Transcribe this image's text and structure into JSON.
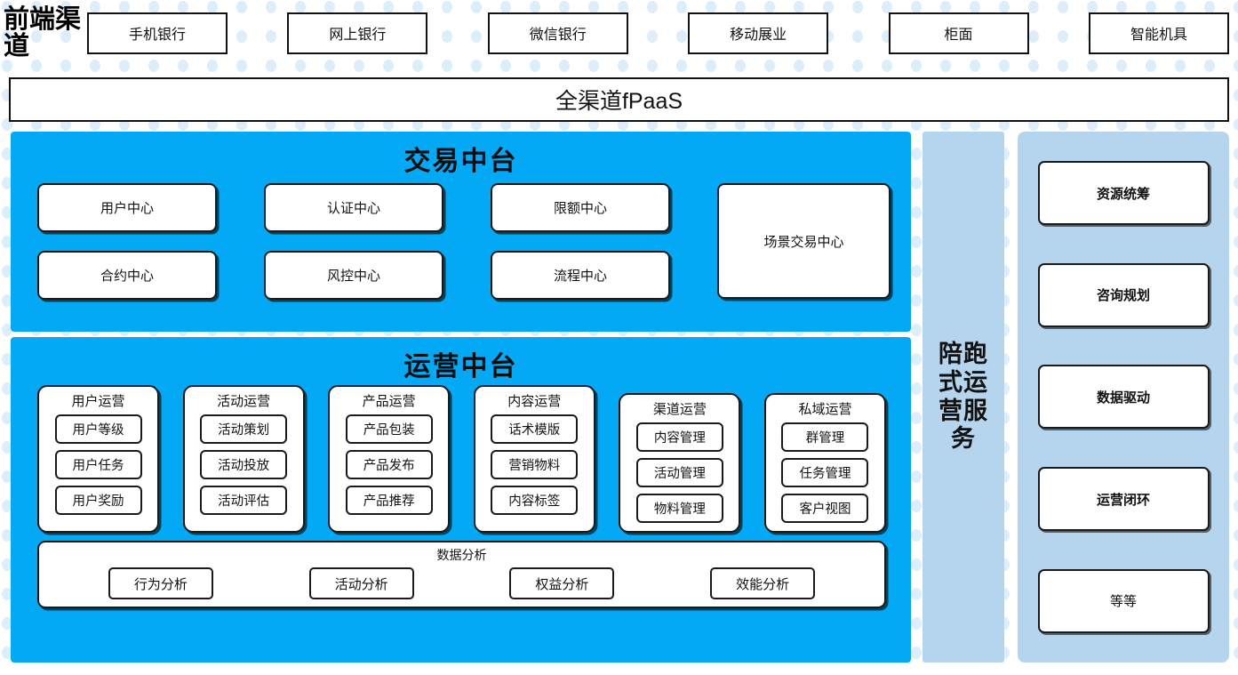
{
  "theme": {
    "panel_cyan": "#03a9f4",
    "sidebar_blue": "#b5d5ee",
    "box_border": "#1a1a1a",
    "dot_color": "#ddeefb"
  },
  "front_channel": {
    "label": "前端渠道",
    "channels": [
      {
        "label": "手机银行"
      },
      {
        "label": "网上银行"
      },
      {
        "label": "微信银行"
      },
      {
        "label": "移动展业"
      },
      {
        "label": "柜面"
      },
      {
        "label": "智能机具"
      }
    ]
  },
  "fpaas": {
    "label": "全渠道fPaaS"
  },
  "trade_platform": {
    "title": "交易中台",
    "boxes": [
      {
        "label": "用户中心"
      },
      {
        "label": "认证中心"
      },
      {
        "label": "限额中心"
      },
      {
        "label": "合约中心"
      },
      {
        "label": "风控中心"
      },
      {
        "label": "流程中心"
      },
      {
        "label": "场景交易中心"
      }
    ]
  },
  "ops_platform": {
    "title": "运营中台",
    "groups": [
      {
        "title": "用户运营",
        "items": [
          "用户等级",
          "用户任务",
          "用户奖励"
        ]
      },
      {
        "title": "活动运营",
        "items": [
          "活动策划",
          "活动投放",
          "活动评估"
        ]
      },
      {
        "title": "产品运营",
        "items": [
          "产品包装",
          "产品发布",
          "产品推荐"
        ]
      },
      {
        "title": "内容运营",
        "items": [
          "话术模版",
          "营销物料",
          "内容标签"
        ]
      },
      {
        "title": "渠道运营",
        "items": [
          "内容管理",
          "活动管理",
          "物料管理"
        ]
      },
      {
        "title": "私域运营",
        "items": [
          "群管理",
          "任务管理",
          "客户视图"
        ]
      }
    ],
    "data_analysis": {
      "title": "数据分析",
      "items": [
        "行为分析",
        "活动分析",
        "权益分析",
        "效能分析"
      ]
    }
  },
  "service_sidebar": {
    "label": "陪跑式运营服务"
  },
  "capabilities": {
    "items": [
      {
        "label": "资源统筹",
        "bold": true
      },
      {
        "label": "咨询规划",
        "bold": true
      },
      {
        "label": "数据驱动",
        "bold": true
      },
      {
        "label": "运营闭环",
        "bold": true
      },
      {
        "label": "等等",
        "bold": false
      }
    ]
  }
}
